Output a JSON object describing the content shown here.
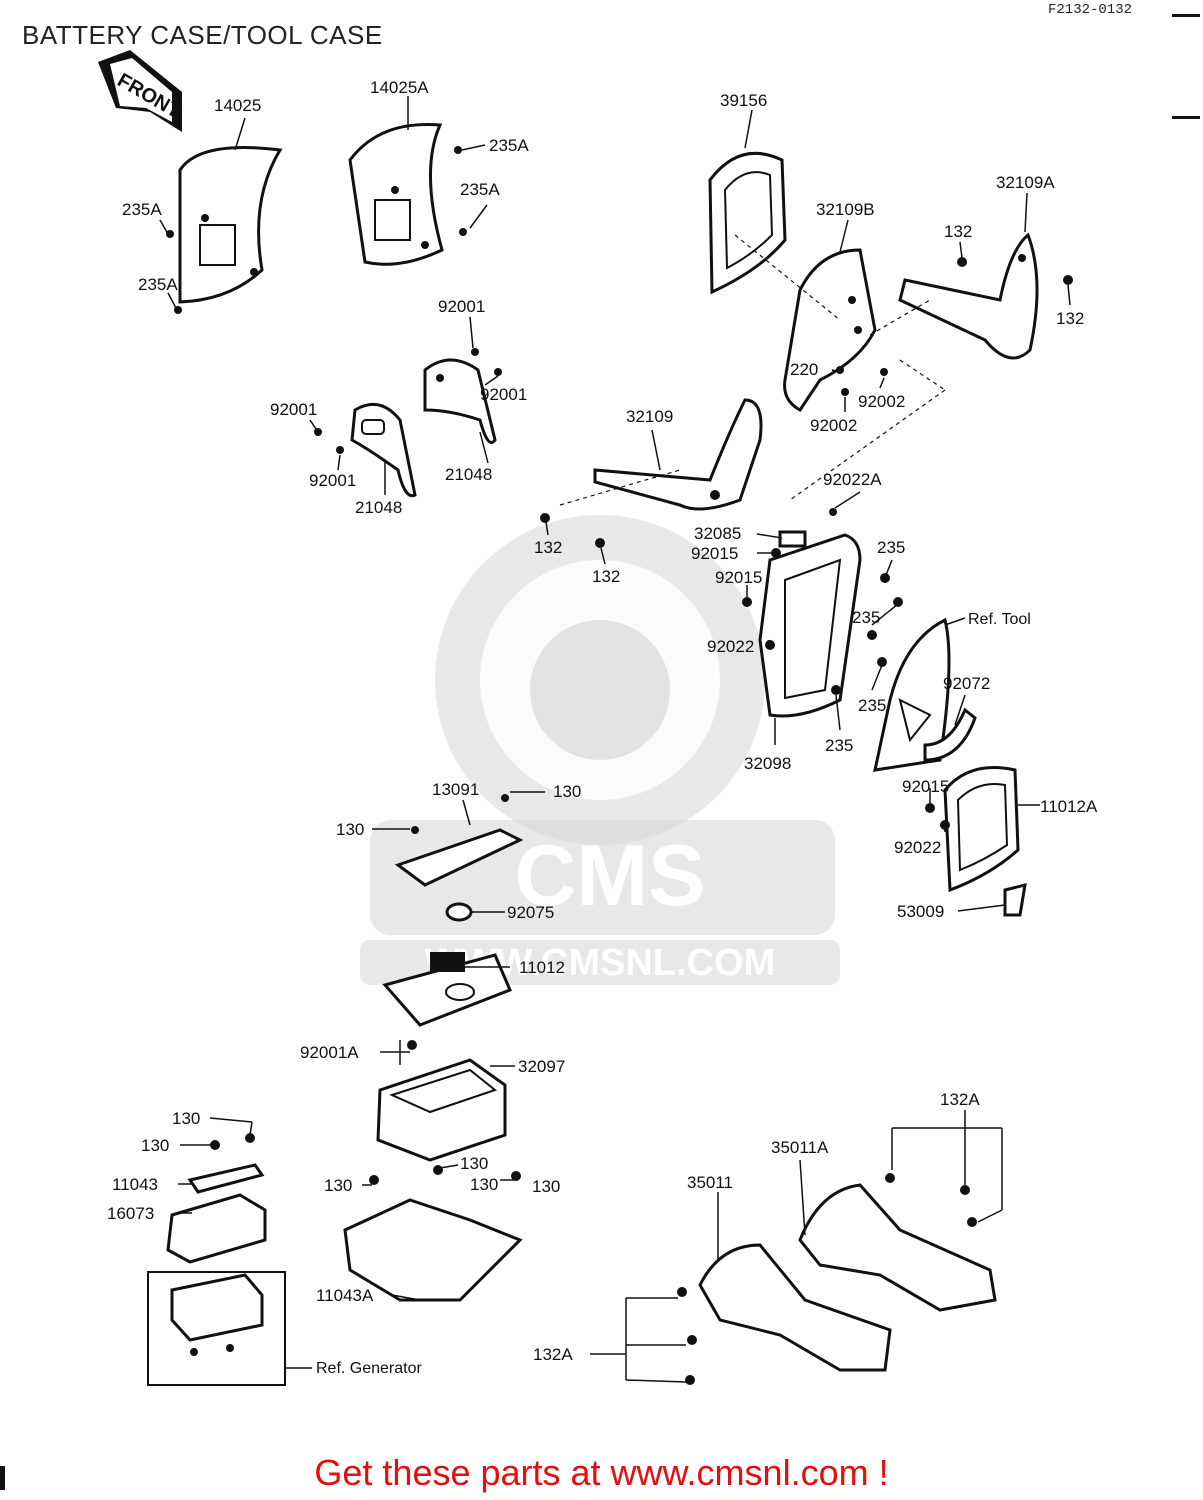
{
  "header": {
    "title": "BATTERY CASE/TOOL CASE",
    "code": "F2132-0132"
  },
  "front_badge": "FRONT",
  "watermark": {
    "brand": "CMS",
    "url": "WWW.CMSNL.COM"
  },
  "labels": {
    "l14025": "14025",
    "l14025A": "14025A",
    "l235A_1": "235A",
    "l235A_2": "235A",
    "l235A_3": "235A",
    "l235A_4": "235A",
    "l39156": "39156",
    "l32109B": "32109B",
    "l32109A": "32109A",
    "l132_1": "132",
    "l132_2": "132",
    "l132_3": "132",
    "l132_4": "132",
    "l92001_1": "92001",
    "l92001_2": "92001",
    "l92001_3": "92001",
    "l92001_4": "92001",
    "l21048_1": "21048",
    "l21048_2": "21048",
    "l220": "220",
    "l92002_1": "92002",
    "l92002_2": "92002",
    "l32109": "32109",
    "l92022A": "92022A",
    "l32085": "32085",
    "l92015_1": "92015",
    "l92015_2": "92015",
    "l92015_3": "92015",
    "l235_1": "235",
    "l235_2": "235",
    "l235_3": "235",
    "l235_4": "235",
    "l92022_1": "92022",
    "l92022_2": "92022",
    "lRefTool": "Ref. Tool",
    "l92072": "92072",
    "l32098": "32098",
    "l11012A": "11012A",
    "l53009": "53009",
    "l13091": "13091",
    "l130_1": "130",
    "l130_2": "130",
    "l130_3": "130",
    "l130_4": "130",
    "l130_5": "130",
    "l130_6": "130",
    "l130_7": "130",
    "l130_8": "130",
    "l92075": "92075",
    "l11012": "11012",
    "l92001A": "92001A",
    "l32097": "32097",
    "l11043": "11043",
    "l16073": "16073",
    "l11043A": "11043A",
    "lRefGen": "Ref. Generator",
    "l132A_1": "132A",
    "l132A_2": "132A",
    "l35011A": "35011A",
    "l35011": "35011"
  },
  "footer": {
    "text": "Get these parts at www.cmsnl.com !"
  },
  "colors": {
    "footer_text": "#e0100e",
    "line": "#111111",
    "watermark": "#d9d9d9"
  }
}
